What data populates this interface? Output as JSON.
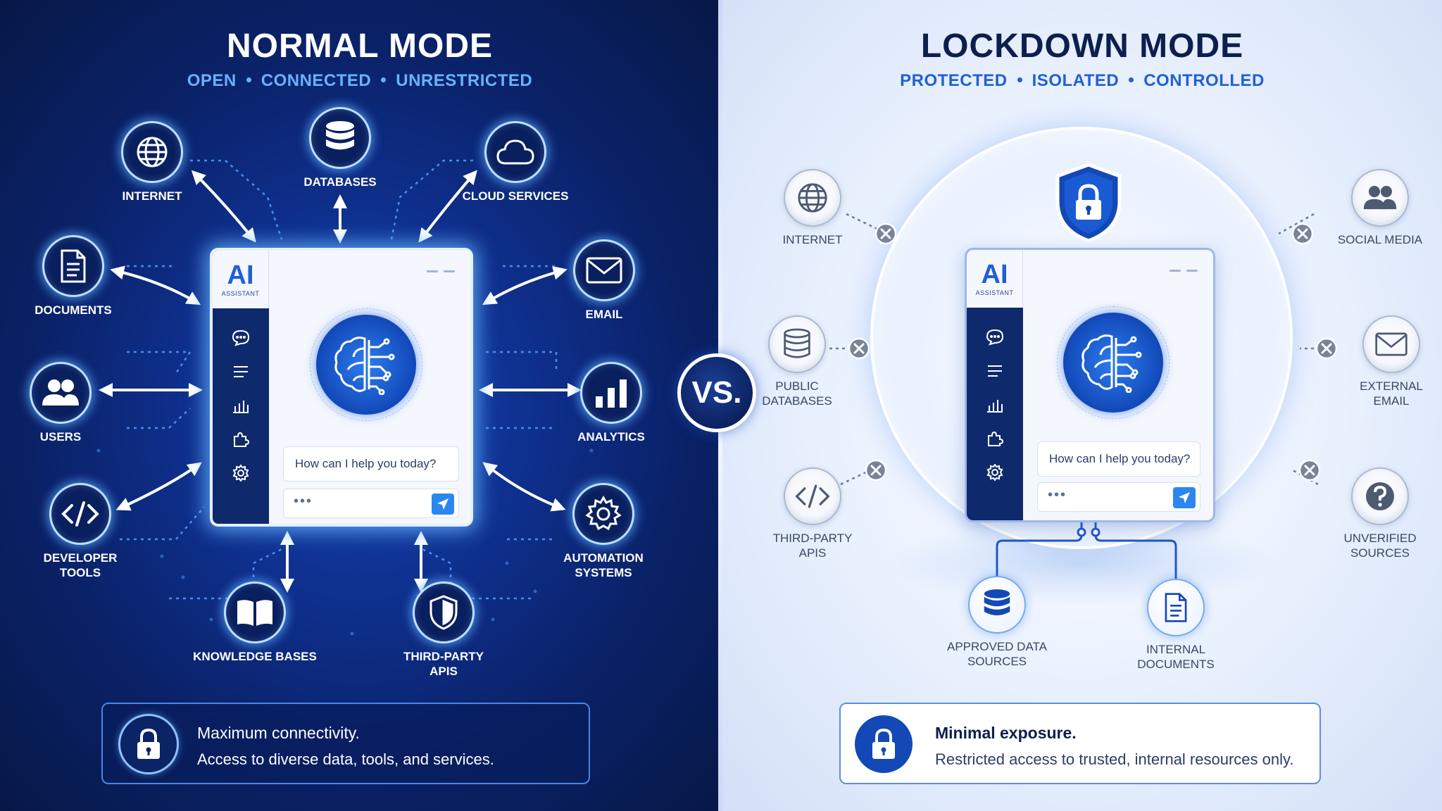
{
  "normal": {
    "title": "NORMAL MODE",
    "tags": [
      "OPEN",
      "CONNECTED",
      "UNRESTRICTED"
    ],
    "nodes": {
      "internet": "INTERNET",
      "databases": "DATABASES",
      "cloud": "CLOUD SERVICES",
      "documents": "DOCUMENTS",
      "email": "EMAIL",
      "users": "USERS",
      "analytics": "ANALYTICS",
      "developer_line1": "DEVELOPER",
      "developer_line2": "TOOLS",
      "automation_line1": "AUTOMATION",
      "automation_line2": "SYSTEMS",
      "knowledge": "KNOWLEDGE BASES",
      "apis_line1": "THIRD-PARTY",
      "apis_line2": "APIS"
    },
    "info_title": "Maximum connectivity.",
    "info_text": "Access to diverse data, tools, and services."
  },
  "lockdown": {
    "title": "LOCKDOWN MODE",
    "tags": [
      "PROTECTED",
      "ISOLATED",
      "CONTROLLED"
    ],
    "nodes": {
      "internet": "INTERNET",
      "social": "SOCIAL MEDIA",
      "public_db_line1": "PUBLIC",
      "public_db_line2": "DATABASES",
      "external_email_line1": "EXTERNAL",
      "external_email_line2": "EMAIL",
      "apis_line1": "THIRD-PARTY",
      "apis_line2": "APIS",
      "unverified_line1": "UNVERIFIED",
      "unverified_line2": "SOURCES",
      "approved_line1": "APPROVED DATA",
      "approved_line2": "SOURCES",
      "internal_line1": "INTERNAL",
      "internal_line2": "DOCUMENTS"
    },
    "info_title": "Minimal exposure.",
    "info_text": "Restricted access to trusted, internal resources only."
  },
  "assistant": {
    "logo": "AI",
    "logo_sub": "ASSISTANT",
    "prompt": "How can I help you today?",
    "input_dots": "•••"
  },
  "vs_label": "VS.",
  "colors": {
    "left_bg": "#0e2f8c",
    "right_bg": "#eef4ff",
    "accent_blue": "#1f61d6",
    "glow": "#69b1ff"
  },
  "icons": [
    "globe-icon",
    "database-icon",
    "cloud-icon",
    "document-icon",
    "mail-icon",
    "users-icon",
    "bar-chart-icon",
    "code-icon",
    "gear-icon",
    "book-icon",
    "shield-icon",
    "lock-icon",
    "question-icon",
    "x-icon",
    "brain-circuit-icon",
    "chat-icon",
    "menu-icon",
    "puzzle-icon",
    "send-icon"
  ]
}
